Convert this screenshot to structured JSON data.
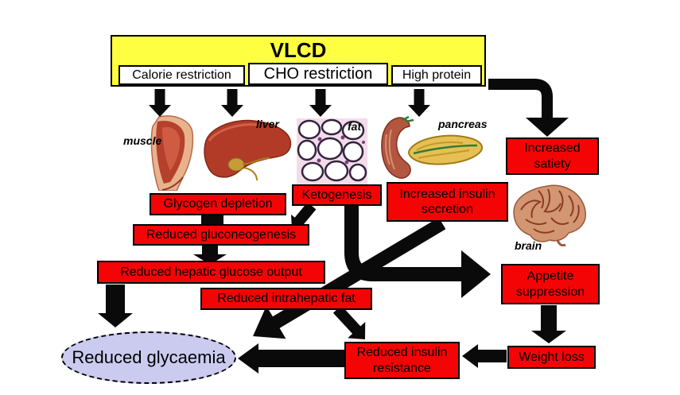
{
  "header": {
    "title": "VLCD",
    "categories": [
      "Calorie restriction",
      "CHO restriction",
      "High protein"
    ]
  },
  "organ_labels": {
    "muscle": "muscle",
    "liver": "liver",
    "fat": "fat",
    "pancreas": "pancreas",
    "brain": "brain"
  },
  "nodes": {
    "increased_satiety": "Increased satiety",
    "glycogen_depletion": "Glycogen depletion",
    "ketogenesis": "Ketogenesis",
    "increased_insulin_secretion": "Increased insulin secretion",
    "reduced_gluconeogenesis": "Reduced gluconeogenesis",
    "reduced_hepatic_glucose_output": "Reduced hepatic glucose output",
    "reduced_intrahepatic_fat": "Reduced intrahepatic fat",
    "appetite_suppression": "Appetite suppression",
    "weight_loss": "Weight loss",
    "reduced_insulin_resistance": "Reduced insulin resistance",
    "reduced_glycaemia": "Reduced glycaemia"
  },
  "colors": {
    "red": "#f40404",
    "yellow": "#ffff42",
    "lav": "#cbcbf0",
    "arrow": "#0a0a0a"
  }
}
